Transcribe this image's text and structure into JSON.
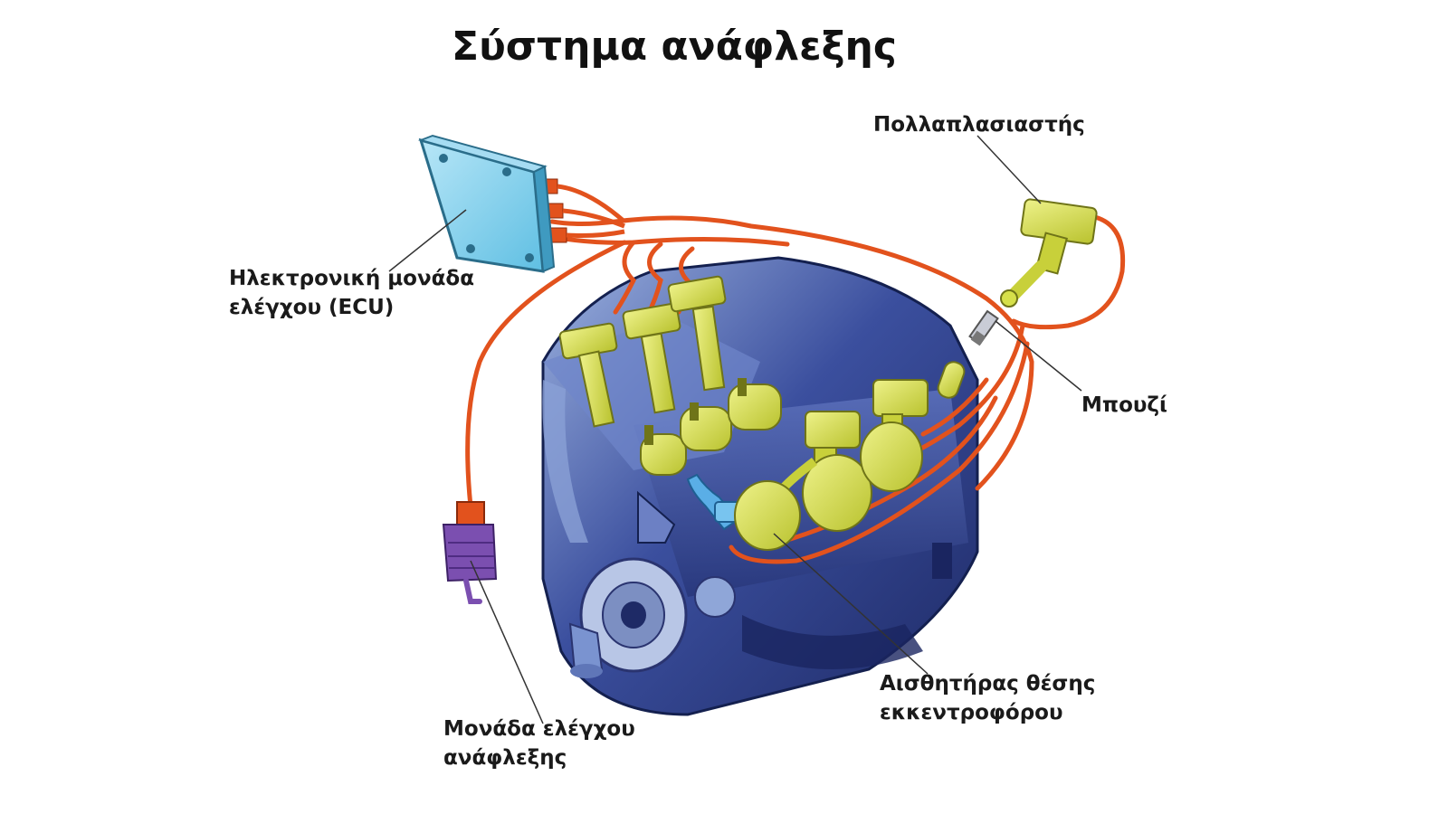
{
  "diagram": {
    "title": "Σύστημα ανάφλεξης",
    "labels": {
      "ecu": {
        "line1": "Ηλεκτρονική μονάδα",
        "line2": "ελέγχου (ECU)"
      },
      "coil": {
        "line1": "Πολλαπλασιαστής"
      },
      "spark_plug": {
        "line1": "Μπουζί"
      },
      "cam_sensor": {
        "line1": "Αισθητήρας θέσης",
        "line2": "εκκεντροφόρου"
      },
      "ignition_module": {
        "line1": "Μονάδα ελέγχου",
        "line2": "ανάφλεξης"
      }
    },
    "colors": {
      "engine_body": "#3b4f9e",
      "engine_dark": "#1e2a66",
      "engine_highlight": "#8fa6d8",
      "coil_yellow": "#d6e04a",
      "wire_orange": "#e2521d",
      "ecu_blue": "#7fd0ee",
      "module_purple": "#7b4fb0",
      "sensor_blue": "#5aaee6"
    }
  }
}
